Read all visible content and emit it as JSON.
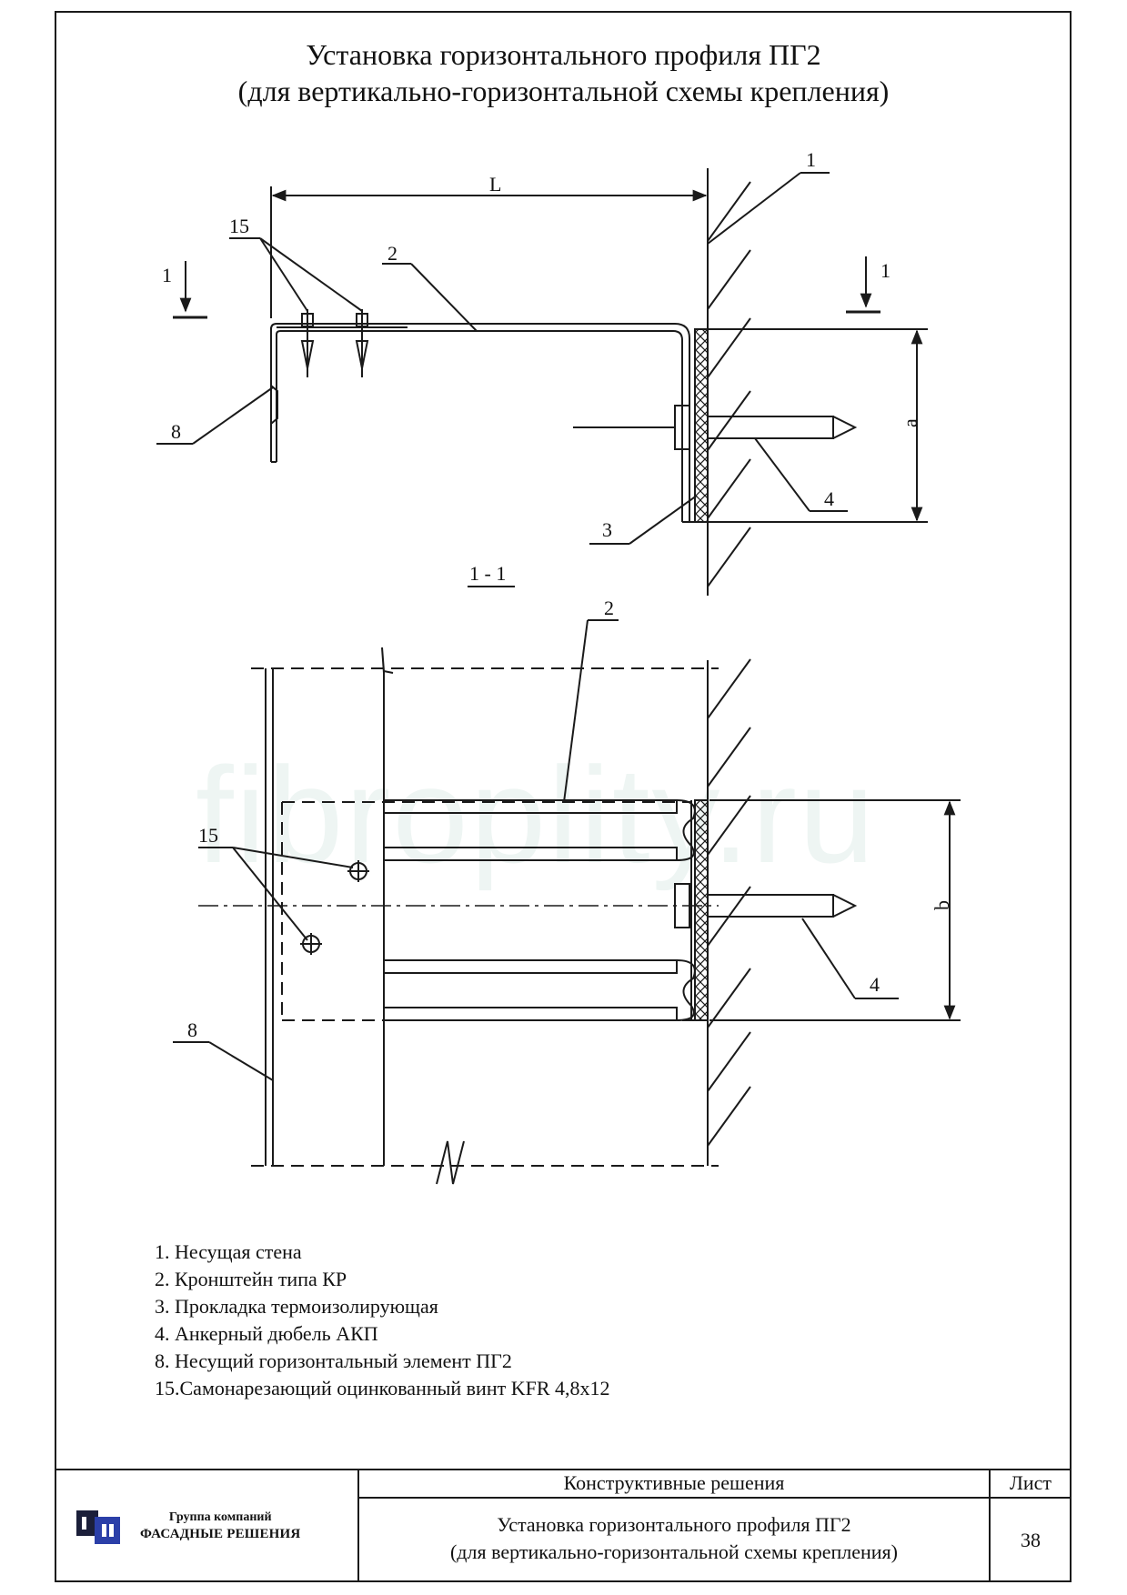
{
  "title": {
    "line1": "Установка горизонтального профиля ПГ2",
    "line2": "(для вертикально-горизонтальной схемы крепления)"
  },
  "watermark": "fibroplity.ru",
  "drawing": {
    "dimension_L": "L",
    "dimension_a": "a",
    "dimension_b": "b",
    "section_mark": "1",
    "section_title": "1 - 1",
    "callouts": {
      "wall": "1",
      "bracket": "2",
      "pad": "3",
      "anchor": "4",
      "profile": "8",
      "screws": "15"
    }
  },
  "legend": [
    "1. Несущая стена",
    "2. Кронштейн типа КР",
    "3. Прокладка термоизолирующая",
    "4. Анкерный дюбель АКП",
    "8. Несущий горизонтальный элемент ПГ2",
    "15.Самонарезающий оцинкованный винт KFR 4,8x12"
  ],
  "stamp": {
    "company_line1": "Группа компаний",
    "company_line2": "ФАСАДНЫЕ РЕШЕНИЯ",
    "section": "Конструктивные решения",
    "sheet_label": "Лист",
    "subtitle_line1": "Установка горизонтального профиля ПГ2",
    "subtitle_line2": "(для вертикально-горизонтальной схемы крепления)",
    "sheet_number": "38"
  },
  "colors": {
    "line": "#1a1a1a",
    "watermark": "#eef5f3",
    "logo_dark": "#1b1f3a",
    "logo_blue": "#2b3fa8"
  }
}
